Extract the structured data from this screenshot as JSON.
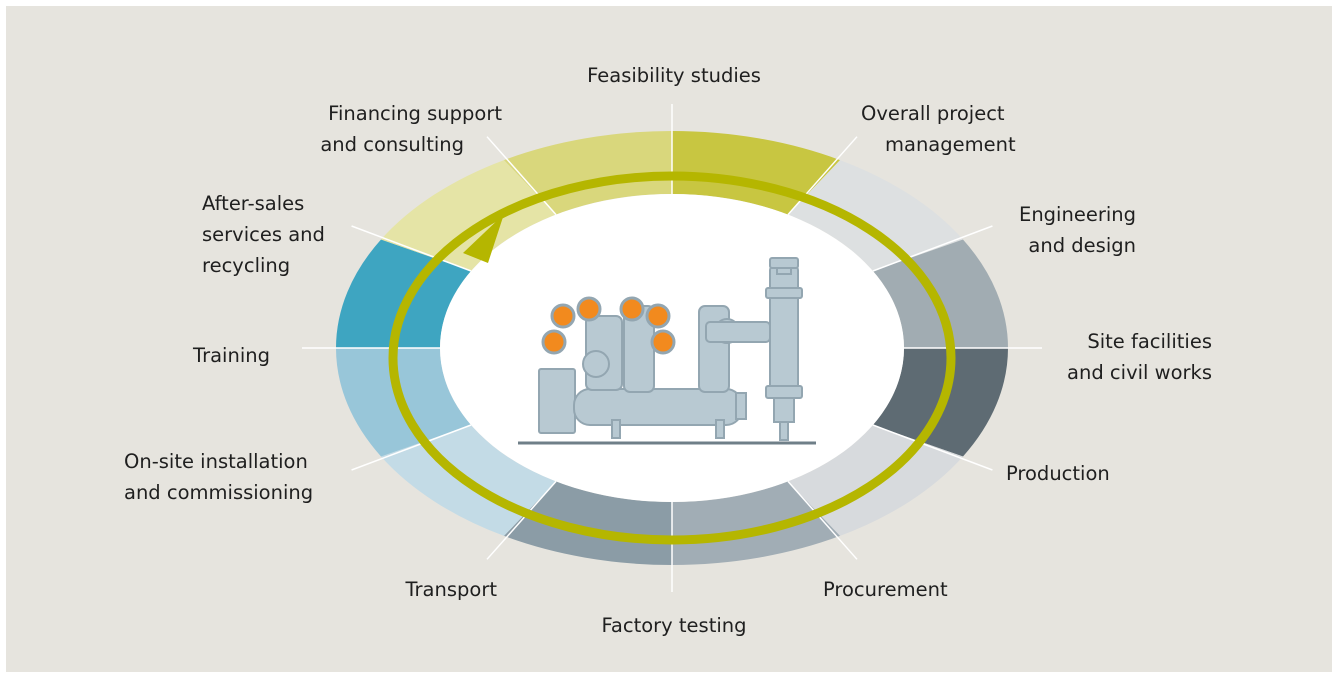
{
  "phases": [
    {
      "id": "feasibility",
      "lines": [
        "Feasibility studies"
      ],
      "color": "#c8c641"
    },
    {
      "id": "project-management",
      "lines": [
        "Overall project",
        "management"
      ],
      "color": "#dde0e1"
    },
    {
      "id": "engineering",
      "lines": [
        "Engineering",
        "and design"
      ],
      "color": "#a1acb2"
    },
    {
      "id": "site-facilities",
      "lines": [
        "Site facilities",
        "and civil works"
      ],
      "color": "#5e6b73"
    },
    {
      "id": "production",
      "lines": [
        "Production"
      ],
      "color": "#d7dadd"
    },
    {
      "id": "procurement",
      "lines": [
        "Procurement"
      ],
      "color": "#a1adb5"
    },
    {
      "id": "factory-testing",
      "lines": [
        "Factory testing"
      ],
      "color": "#8b9ca6"
    },
    {
      "id": "transport",
      "lines": [
        "Transport"
      ],
      "color": "#c3dbe6"
    },
    {
      "id": "installation",
      "lines": [
        "On-site installation",
        "and commissioning"
      ],
      "color": "#98c6d9"
    },
    {
      "id": "training",
      "lines": [
        "Training"
      ],
      "color": "#3ea5c1"
    },
    {
      "id": "after-sales",
      "lines": [
        "After-sales",
        "services and",
        "recycling"
      ],
      "color": "#e5e4a6"
    },
    {
      "id": "financing",
      "lines": [
        "Financing support",
        "and consulting"
      ],
      "color": "#d9d77c"
    }
  ],
  "colors": {
    "background": "#e6e4de",
    "cycle_arrow": "#b5b600",
    "divider": "#ffffff",
    "center": "#ffffff",
    "equipment": "#b8c9d2",
    "equipment_stroke": "#93a6b1",
    "lamp": "#f28a1e"
  }
}
